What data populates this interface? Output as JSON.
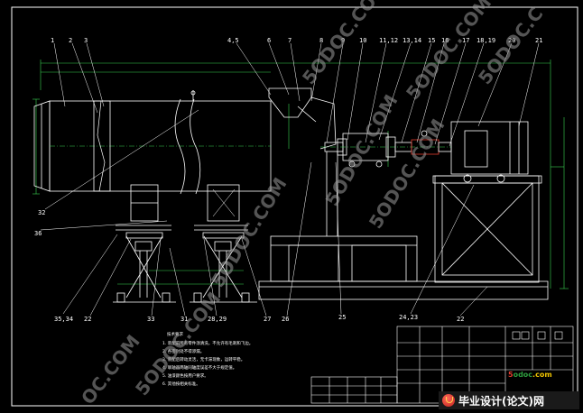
{
  "drawing": {
    "part_labels": [
      {
        "id": "p1",
        "text": "1"
      },
      {
        "id": "p2",
        "text": "2"
      },
      {
        "id": "p3",
        "text": "3"
      },
      {
        "id": "p45",
        "text": "4,5"
      },
      {
        "id": "p6",
        "text": "6"
      },
      {
        "id": "p7",
        "text": "7"
      },
      {
        "id": "p8",
        "text": "8"
      },
      {
        "id": "p9",
        "text": "9"
      },
      {
        "id": "p10",
        "text": "10"
      },
      {
        "id": "p1112",
        "text": "11,12"
      },
      {
        "id": "p1314",
        "text": "13,14"
      },
      {
        "id": "p15",
        "text": "15"
      },
      {
        "id": "p16",
        "text": "16"
      },
      {
        "id": "p17",
        "text": "17"
      },
      {
        "id": "p1819",
        "text": "18,19"
      },
      {
        "id": "p20",
        "text": "20"
      },
      {
        "id": "p21",
        "text": "21"
      },
      {
        "id": "p32",
        "text": "32"
      },
      {
        "id": "p36",
        "text": "36"
      },
      {
        "id": "p3534",
        "text": "35,34"
      },
      {
        "id": "p22",
        "text": "22"
      },
      {
        "id": "p33",
        "text": "33"
      },
      {
        "id": "p31",
        "text": "31"
      },
      {
        "id": "p2829",
        "text": "28,29"
      },
      {
        "id": "p27",
        "text": "27"
      },
      {
        "id": "p26",
        "text": "26"
      },
      {
        "id": "p25",
        "text": "25"
      },
      {
        "id": "p2423",
        "text": "24,23"
      },
      {
        "id": "p23b",
        "text": "22"
      }
    ],
    "notes_title": "技术要求",
    "notes": [
      "1. 装配前所有零件须清洗，不允许有毛刺和飞边。",
      "2. 各密封处不得渗漏。",
      "3. 装配后转动灵活，无卡滞现象，运转平稳。",
      "4. 联轴器两轴同轴度误差不大于规定值。",
      "5. 油漆颜色按用户要求。",
      "6. 其他按相关标准。"
    ]
  },
  "watermarks": [
    "5ODOC.COM",
    "5ODOC.COM",
    "5ODOC.COM",
    "5ODOC.COM",
    "5ODOC.COM",
    "OC.COM",
    "5ODOC.COM",
    "5ODOC.C"
  ],
  "branding": {
    "site": "5odoc.com",
    "site_colors": [
      "#2e9e3f",
      "#e23b2e",
      "#f0c400"
    ],
    "name": "毕业设计(论文)网",
    "logo": "trophy-icon"
  }
}
